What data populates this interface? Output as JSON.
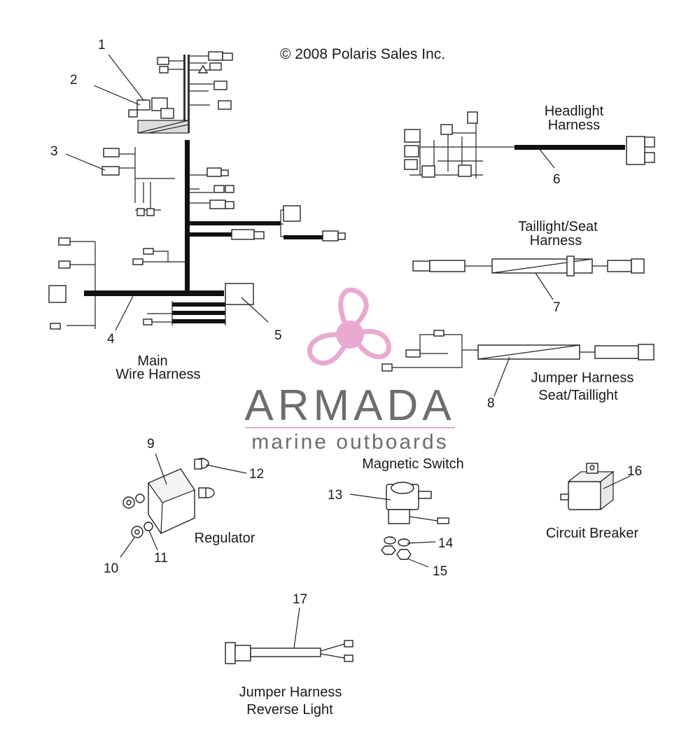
{
  "copyright": "© 2008 Polaris Sales Inc.",
  "watermark": {
    "brand": "ARMADA",
    "tagline": "marine outboards",
    "logo_icon": "propeller-icon",
    "logo_color": "#e8a5cf",
    "text_color": "#666666"
  },
  "titles": {
    "main_line1": "Main",
    "main_line2": "Wire Harness",
    "headlight_line1": "Headlight",
    "headlight_line2": "Harness",
    "taillight_line1": "Taillight/Seat",
    "taillight_line2": "Harness",
    "jumper_seat_line1": "Jumper Harness",
    "jumper_seat_line2": "Seat/Taillight",
    "regulator": "Regulator",
    "magnetic_switch": "Magnetic Switch",
    "circuit_breaker": "Circuit Breaker",
    "jumper_reverse_line1": "Jumper Harness",
    "jumper_reverse_line2": "Reverse Light"
  },
  "callouts": {
    "c1": "1",
    "c2": "2",
    "c3": "3",
    "c4": "4",
    "c5": "5",
    "c6": "6",
    "c7": "7",
    "c8": "8",
    "c9": "9",
    "c10": "10",
    "c11": "11",
    "c12": "12",
    "c13": "13",
    "c14": "14",
    "c15": "15",
    "c16": "16",
    "c17": "17"
  }
}
